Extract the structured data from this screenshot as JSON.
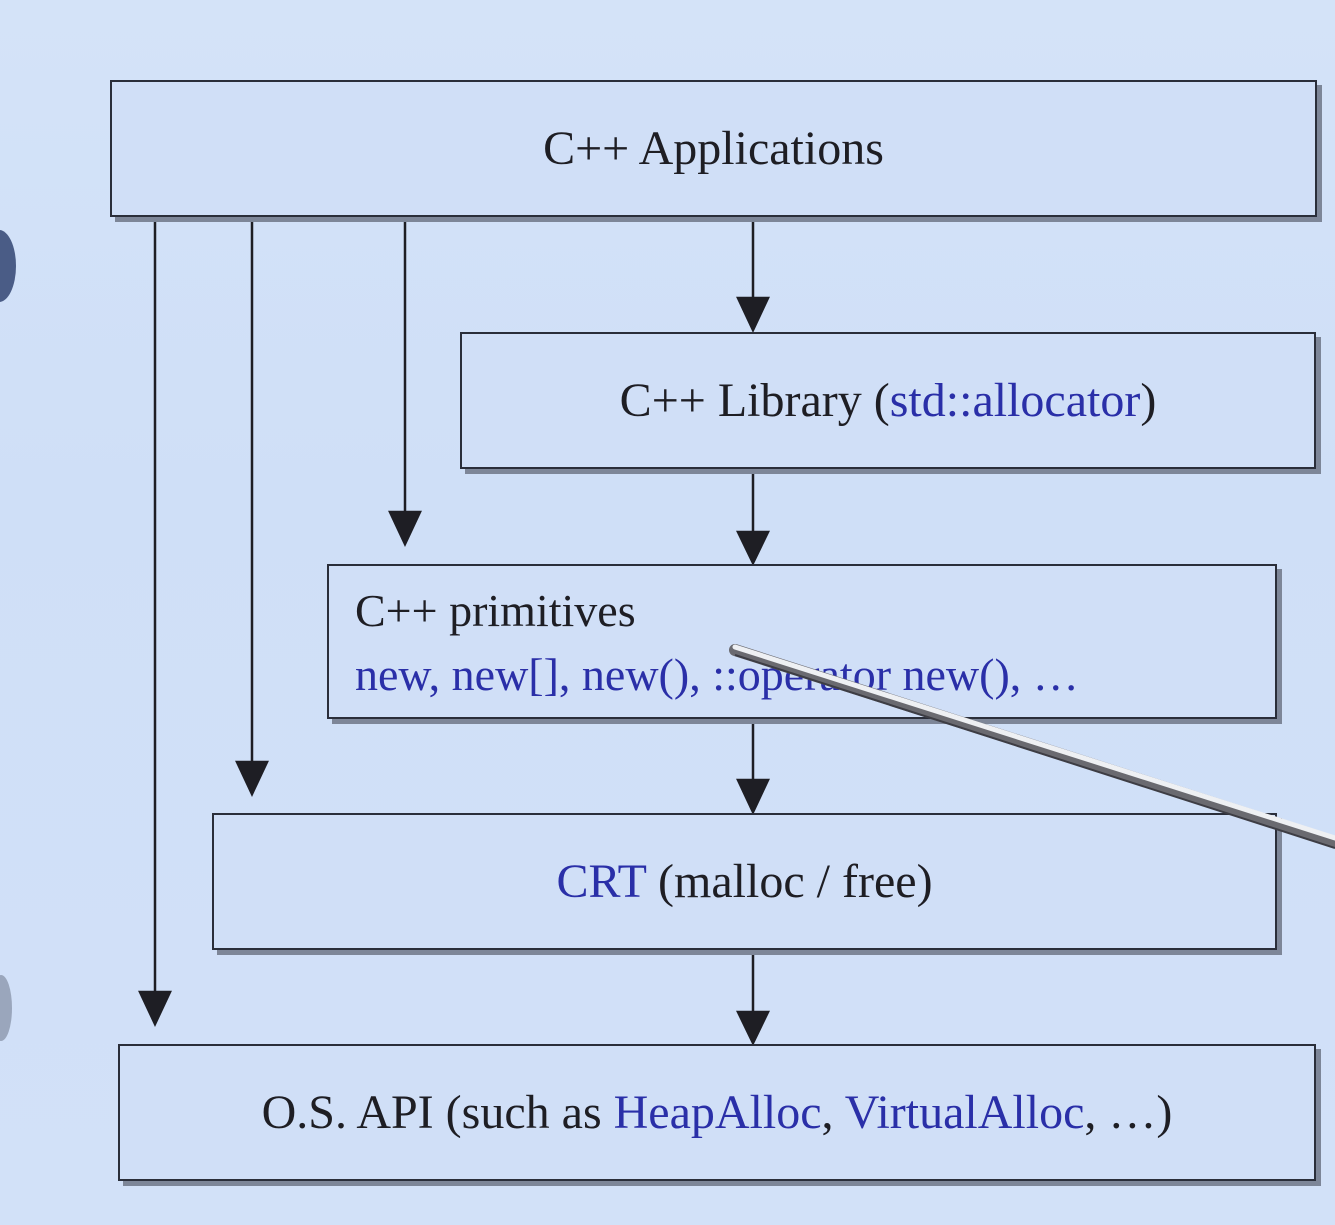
{
  "diagram": {
    "apps": {
      "label": "C++ Applications"
    },
    "library": {
      "label": "C++ Library (",
      "highlight": "std::allocator",
      "suffix": ")"
    },
    "primitives": {
      "title": "C++ primitives",
      "line": "new, new[], new(), ::operator new(), …"
    },
    "crt": {
      "highlight": "CRT",
      "label": " (malloc / free)"
    },
    "os": {
      "prefix": "O.S. API (such as ",
      "highlight1": "HeapAlloc",
      "sep": ", ",
      "highlight2": "VirtualAlloc",
      "suffix": ", …)"
    }
  },
  "colors": {
    "box_fill": "#d0dff7",
    "highlight_text": "#2a2fa8",
    "border": "#2a2e3a",
    "background": "#d2e1f8"
  }
}
